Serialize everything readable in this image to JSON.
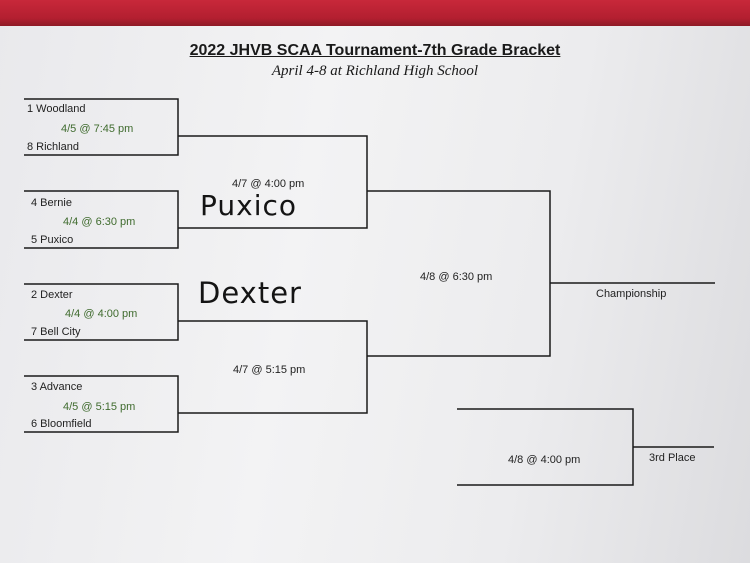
{
  "header": {
    "title": "2022 JHVB SCAA Tournament-7th Grade Bracket",
    "subtitle": "April 4-8 at Richland High School"
  },
  "round1": [
    {
      "top": "1 Woodland",
      "time": "4/5 @ 7:45 pm",
      "bottom": "8 Richland"
    },
    {
      "top": "4 Bernie",
      "time": "4/4 @ 6:30 pm",
      "bottom": "5 Puxico"
    },
    {
      "top": "2 Dexter",
      "time": "4/4 @ 4:00 pm",
      "bottom": "7 Bell City"
    },
    {
      "top": "3 Advance",
      "time": "4/5 @ 5:15 pm",
      "bottom": "6 Bloomfield"
    }
  ],
  "semifinals": [
    {
      "time": "4/7 @ 4:00 pm",
      "winner": "Puxico"
    },
    {
      "time": "4/7 @ 5:15 pm",
      "winner": "Dexter"
    }
  ],
  "final": {
    "time": "4/8 @ 6:30 pm",
    "label": "Championship"
  },
  "third_place": {
    "time": "4/8 @ 4:00 pm",
    "label": "3rd Place"
  }
}
